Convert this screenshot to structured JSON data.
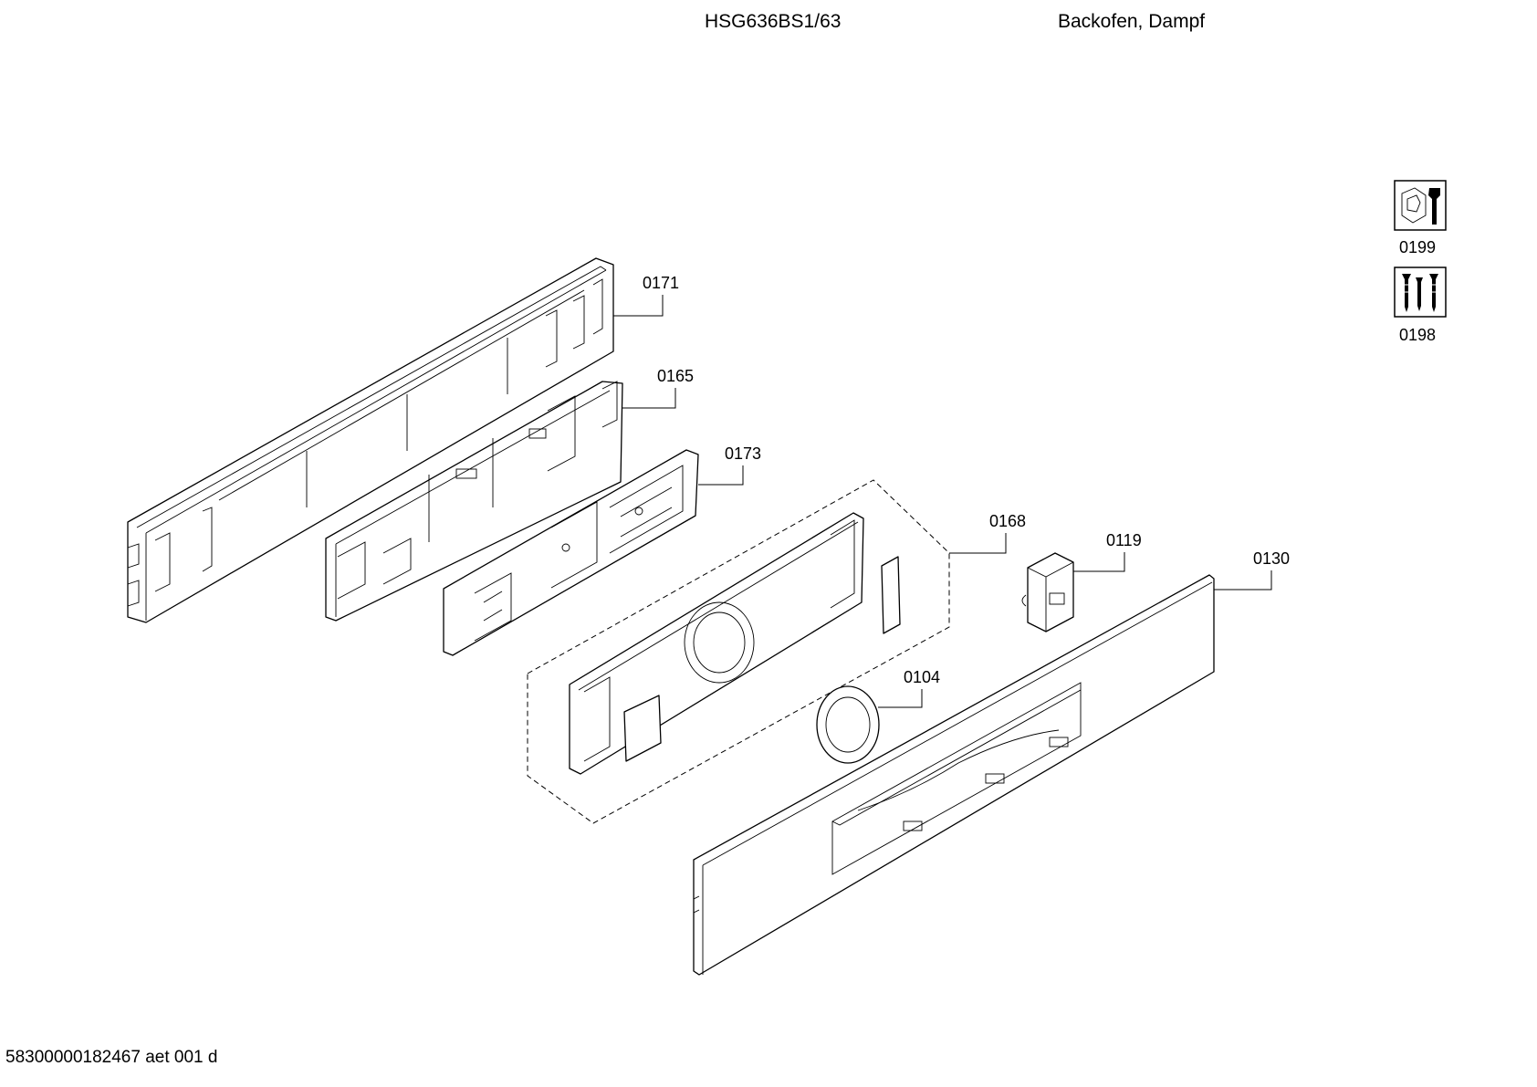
{
  "header": {
    "model": "HSG636BS1/63",
    "category": "Backofen, Dampf"
  },
  "footer": {
    "doc_id": "58300000182467 aet 001 d"
  },
  "parts": [
    {
      "id": "0171"
    },
    {
      "id": "0165"
    },
    {
      "id": "0173"
    },
    {
      "id": "0168"
    },
    {
      "id": "0119"
    },
    {
      "id": "0130"
    },
    {
      "id": "0104"
    }
  ],
  "side_icons": [
    {
      "id": "0199",
      "icon": "service-tool-icon"
    },
    {
      "id": "0198",
      "icon": "screws-icon"
    }
  ]
}
